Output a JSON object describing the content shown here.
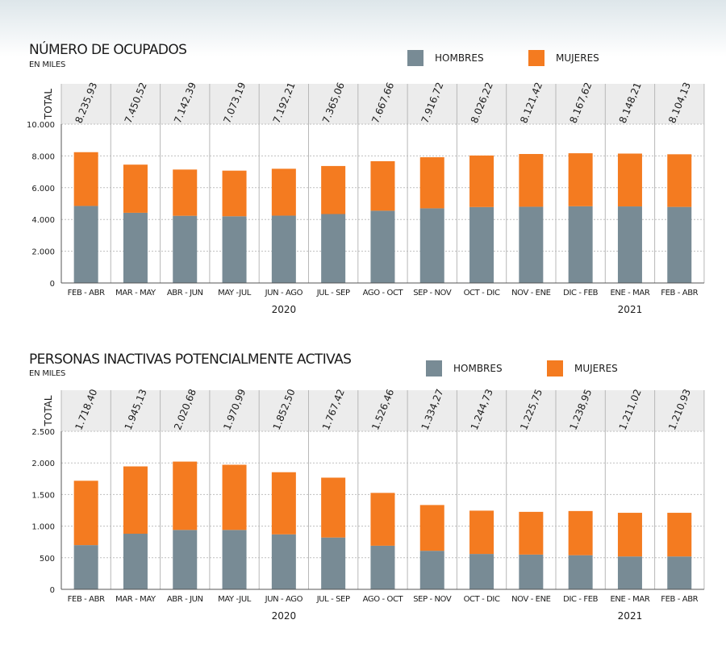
{
  "colors": {
    "hombres": "#788b95",
    "mujeres": "#f47b20",
    "header_band": "#ececec",
    "grid": "#bfbfbf"
  },
  "chart_data": [
    {
      "type": "bar",
      "stacked": true,
      "title": "NÚMERO DE OCUPADOS",
      "subtitle": "EN MILES",
      "total_label": "TOTAL",
      "legend": [
        "HOMBRES",
        "MUJERES"
      ],
      "categories": [
        "FEB - ABR",
        "MAR - MAY",
        "ABR - JUN",
        "MAY -JUL",
        "JUN - AGO",
        "JUL - SEP",
        "AGO - OCT",
        "SEP - NOV",
        "OCT - DIC",
        "NOV - ENE",
        "DIC - FEB",
        "ENE - MAR",
        "FEB - ABR"
      ],
      "year_labels": [
        {
          "label": "2020",
          "category_index": 4
        },
        {
          "label": "2021",
          "category_index": 11
        }
      ],
      "totals": [
        "8.235,93",
        "7.450,52",
        "7.142,39",
        "7.073,19",
        "7.192,21",
        "7.365,06",
        "7.667,66",
        "7.916,72",
        "8.026,22",
        "8.121,42",
        "8.167,62",
        "8.148,21",
        "8.104,13"
      ],
      "series": [
        {
          "name": "HOMBRES",
          "values": [
            4850,
            4420,
            4230,
            4200,
            4240,
            4340,
            4550,
            4700,
            4780,
            4800,
            4830,
            4820,
            4790
          ]
        },
        {
          "name": "MUJERES",
          "values": [
            3386,
            3031,
            2912,
            2873,
            2952,
            3025,
            3118,
            3217,
            3246,
            3321,
            3338,
            3328,
            3314
          ]
        }
      ],
      "ylim": [
        0,
        10000
      ],
      "yticks": [
        0,
        2000,
        4000,
        6000,
        8000,
        10000
      ],
      "ytick_labels": [
        "0",
        "2.000",
        "4.000",
        "6.000",
        "8.000",
        "10.000"
      ],
      "grid": true
    },
    {
      "type": "bar",
      "stacked": true,
      "title": "PERSONAS INACTIVAS POTENCIALMENTE ACTIVAS",
      "subtitle": "EN MILES",
      "total_label": "TOTAL",
      "legend": [
        "HOMBRES",
        "MUJERES"
      ],
      "categories": [
        "FEB - ABR",
        "MAR - MAY",
        "ABR - JUN",
        "MAY -JUL",
        "JUN - AGO",
        "JUL - SEP",
        "AGO - OCT",
        "SEP - NOV",
        "OCT - DIC",
        "NOV - ENE",
        "DIC - FEB",
        "ENE - MAR",
        "FEB - ABR"
      ],
      "year_labels": [
        {
          "label": "2020",
          "category_index": 4
        },
        {
          "label": "2021",
          "category_index": 11
        }
      ],
      "totals": [
        "1.718,40",
        "1.945,13",
        "2.020,68",
        "1.970,99",
        "1.852,50",
        "1.767,42",
        "1.526,46",
        "1.334,27",
        "1.244,73",
        "1.225,75",
        "1.238,95",
        "1.211,02",
        "1.210,93"
      ],
      "series": [
        {
          "name": "HOMBRES",
          "values": [
            700,
            880,
            940,
            940,
            870,
            820,
            690,
            610,
            560,
            550,
            540,
            520,
            520
          ]
        },
        {
          "name": "MUJERES",
          "values": [
            1018,
            1065,
            1081,
            1031,
            983,
            947,
            836,
            724,
            685,
            676,
            699,
            691,
            691
          ]
        }
      ],
      "ylim": [
        0,
        2500
      ],
      "yticks": [
        0,
        500,
        1000,
        1500,
        2000,
        2500
      ],
      "ytick_labels": [
        "0",
        "500",
        "1.000",
        "1.500",
        "2.000",
        "2.500"
      ],
      "grid": true
    }
  ]
}
